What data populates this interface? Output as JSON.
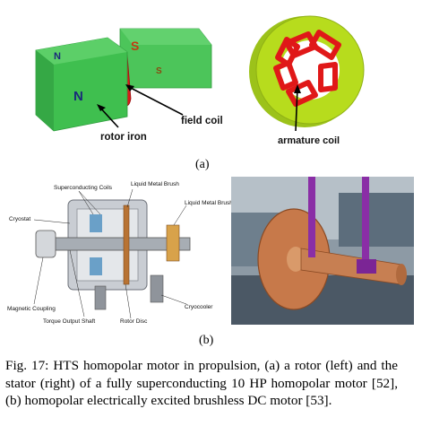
{
  "figure": {
    "panel_a": {
      "rotor": {
        "pole_labels": [
          "N",
          "S",
          "N",
          "S"
        ],
        "field_coil_label": "field coil",
        "rotor_iron_label": "rotor iron"
      },
      "stator": {
        "armature_coil_label": "armature coil"
      },
      "label": "(a)"
    },
    "panel_b": {
      "schematic": {
        "labels": {
          "superconducting_coils": "Superconducting Coils",
          "liquid_metal_brush_1": "Liquid Metal Brush",
          "liquid_metal_brush_2": "Liquid Metal Brush",
          "cryostat": "Cryostat",
          "magnetic_coupling": "Magnetic Coupling",
          "torque_output_shaft": "Torque Output Shaft",
          "rotor_disc": "Rotor Disc",
          "cryocooler": "Cryocooler"
        }
      },
      "label": "(b)"
    },
    "caption": "Fig. 17: HTS homopolar motor in propulsion, (a) a rotor (left) and the stator (right) of a fully superconducting 10 HP homopolar motor [52], (b) homopolar electrically excited brushless DC motor [53]."
  },
  "colors": {
    "rotor_green": "#3fbf4f",
    "rotor_green_dark": "#2e9a3c",
    "coil_red": "#e01818",
    "stator_yellow_green": "#b7dc1d"
  }
}
